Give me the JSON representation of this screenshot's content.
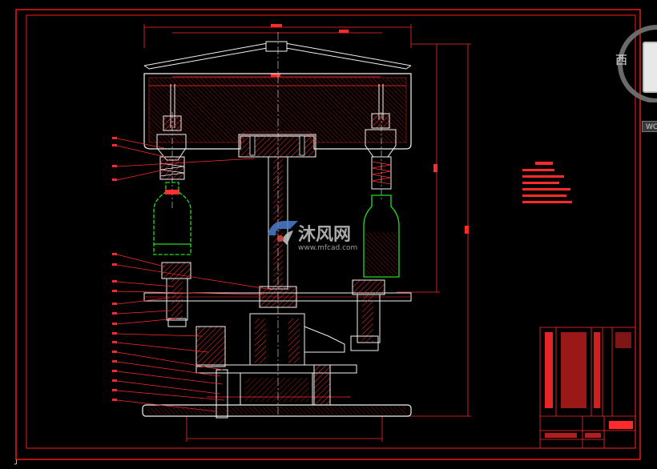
{
  "viewcube": {
    "west_label": "西",
    "wcs_label": "WC"
  },
  "watermark": {
    "brand_cn": "沐风网",
    "url": "www.mfcad.com"
  },
  "colors": {
    "background": "#000000",
    "frame": "#ff1a1a",
    "section_hatch": "#ff3030",
    "dimension": "#ff2a2a",
    "bottle": "#22dd22",
    "centerline": "#e8e8e8",
    "outline": "#f2f2f2"
  }
}
